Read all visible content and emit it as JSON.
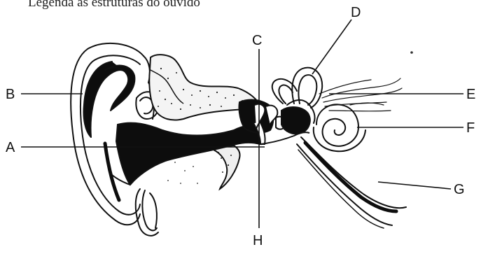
{
  "header_fragment": "Legenda as estruturas do ouvido",
  "labels": {
    "A": "A",
    "B": "B",
    "C": "C",
    "D": "D",
    "E": "E",
    "F": "F",
    "G": "G",
    "H": "H"
  },
  "colors": {
    "ink": "#111111",
    "paper": "#ffffff",
    "fill_dark": "#0d0d0d"
  }
}
